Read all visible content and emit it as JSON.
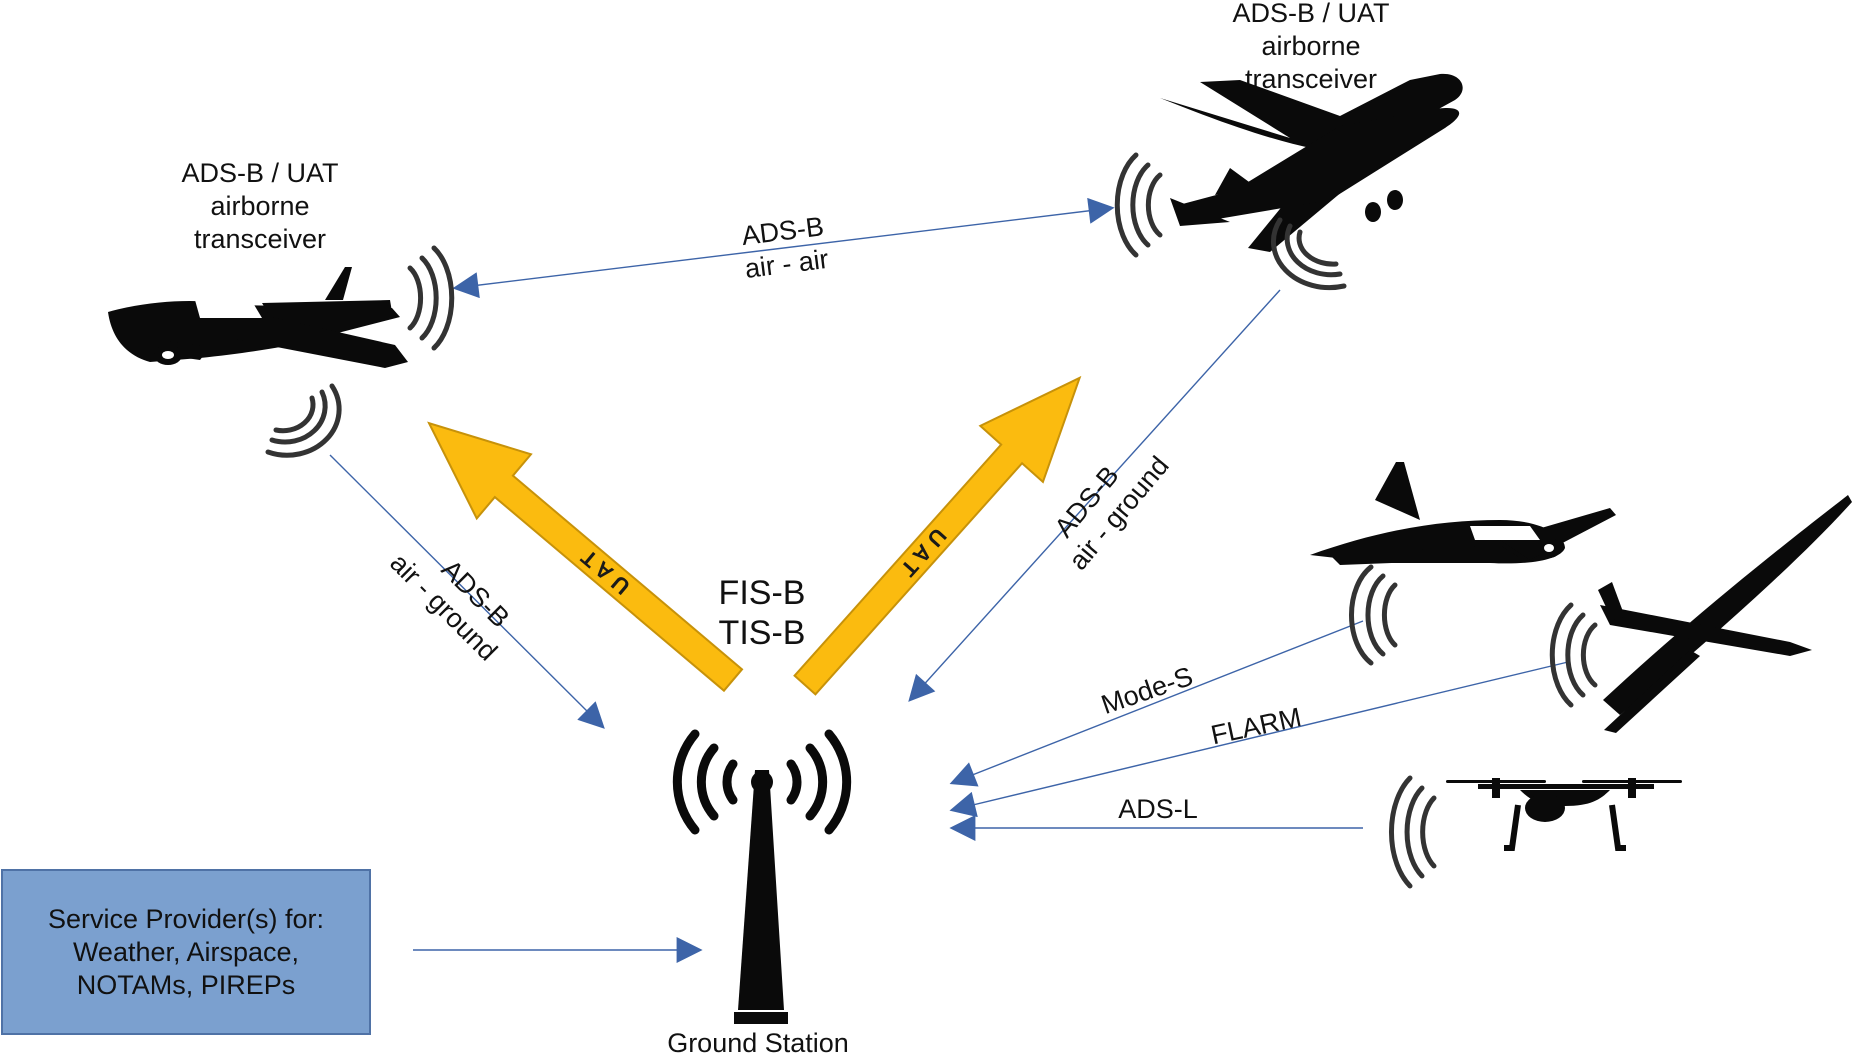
{
  "colors": {
    "link_line": "#3d64a8",
    "uat_arrow": "#fbbb0f",
    "uat_arrow_border": "#c7920a",
    "provider_box": "#7ba0cf",
    "provider_border": "#4f72a6",
    "silhouette": "#0a0a0a"
  },
  "aircraft": {
    "small_plane_left": {
      "label_lines": [
        "ADS-B / UAT",
        "airborne",
        "transceiver"
      ],
      "icon": "small-plane-icon"
    },
    "airliner": {
      "label_lines": [
        "ADS-B / UAT",
        "airborne",
        "transceiver"
      ],
      "icon": "airliner-icon"
    },
    "small_plane_right": {
      "icon": "small-plane-icon"
    },
    "glider": {
      "icon": "glider-icon"
    },
    "drone": {
      "icon": "drone-icon"
    }
  },
  "links": {
    "air_air": {
      "line1": "ADS-B",
      "line2": "air - air"
    },
    "left_air_ground": {
      "line1": "ADS-B",
      "line2": "air - ground"
    },
    "right_air_ground": {
      "line1": "ADS-B",
      "line2": "air - ground"
    },
    "uplink_left": {
      "text": "UAT"
    },
    "uplink_right": {
      "text": "UAT"
    },
    "mode_s": {
      "text": "Mode-S"
    },
    "flarm": {
      "text": "FLARM"
    },
    "ads_l": {
      "text": "ADS-L"
    }
  },
  "broadcast_services": {
    "line1": "FIS-B",
    "line2": "TIS-B"
  },
  "ground_station": {
    "label": "Ground Station",
    "icon": "radio-tower-icon"
  },
  "service_provider": {
    "lines": [
      "Service Provider(s) for:",
      "Weather, Airspace,",
      "NOTAMs, PIREPs"
    ]
  }
}
